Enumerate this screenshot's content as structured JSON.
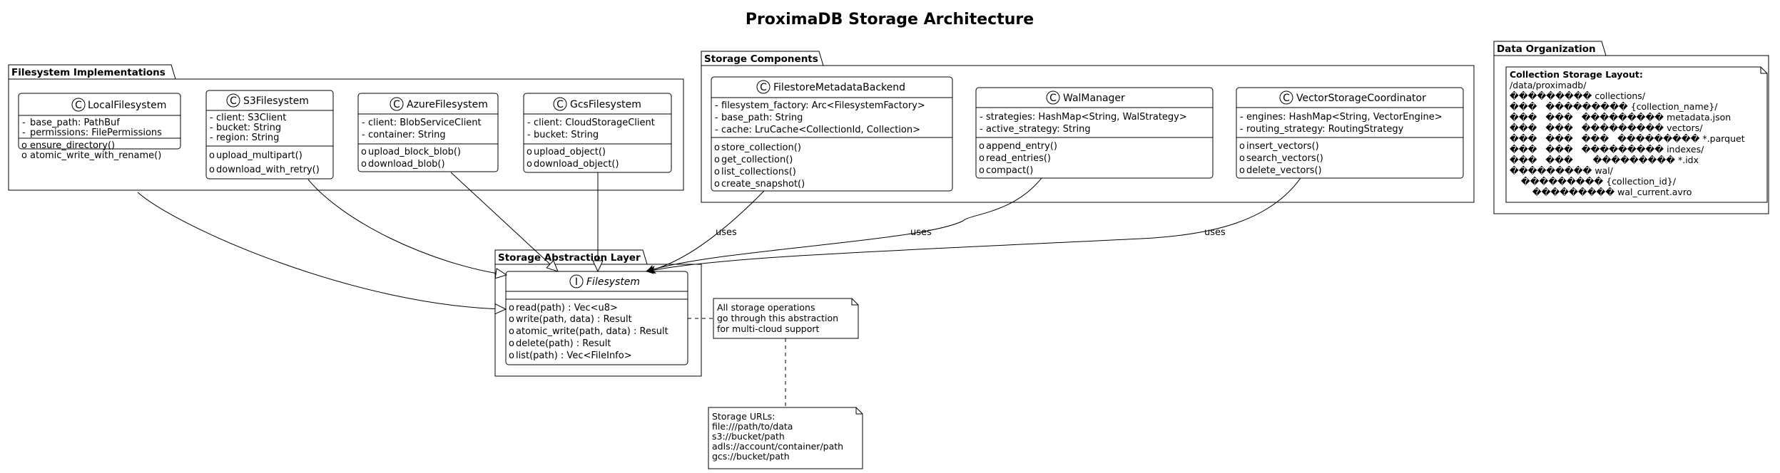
{
  "title": "ProximaDB Storage Architecture",
  "packages": {
    "filesystem_impl": "Filesystem Implementations",
    "storage_components": "Storage Components",
    "data_organization": "Data Organization",
    "abstraction_layer": "Storage Abstraction Layer"
  },
  "classes": {
    "local": {
      "stereotype": "C",
      "name": "LocalFilesystem",
      "fields": [
        "base_path: PathBuf",
        "permissions: FilePermissions"
      ],
      "methods": [
        "ensure_directory()",
        "atomic_write_with_rename()"
      ]
    },
    "s3": {
      "stereotype": "C",
      "name": "S3Filesystem",
      "fields": [
        "client: S3Client",
        "bucket: String",
        "region: String"
      ],
      "methods": [
        "upload_multipart()",
        "download_with_retry()"
      ]
    },
    "azure": {
      "stereotype": "C",
      "name": "AzureFilesystem",
      "fields": [
        "client: BlobServiceClient",
        "container: String"
      ],
      "methods": [
        "upload_block_blob()",
        "download_blob()"
      ]
    },
    "gcs": {
      "stereotype": "C",
      "name": "GcsFilesystem",
      "fields": [
        "client: CloudStorageClient",
        "bucket: String"
      ],
      "methods": [
        "upload_object()",
        "download_object()"
      ]
    },
    "metadata": {
      "stereotype": "C",
      "name": "FilestoreMetadataBackend",
      "fields": [
        "filesystem_factory: Arc<FilesystemFactory>",
        "base_path: String",
        "cache: LruCache<CollectionId, Collection>"
      ],
      "methods": [
        "store_collection()",
        "get_collection()",
        "list_collections()",
        "create_snapshot()"
      ]
    },
    "wal": {
      "stereotype": "C",
      "name": "WalManager",
      "fields": [
        "strategies: HashMap<String, WalStrategy>",
        "active_strategy: String"
      ],
      "methods": [
        "append_entry()",
        "read_entries()",
        "compact()"
      ]
    },
    "vector": {
      "stereotype": "C",
      "name": "VectorStorageCoordinator",
      "fields": [
        "engines: HashMap<String, VectorEngine>",
        "routing_strategy: RoutingStrategy"
      ],
      "methods": [
        "insert_vectors()",
        "search_vectors()",
        "delete_vectors()"
      ]
    },
    "filesystem": {
      "stereotype": "I",
      "name": "Filesystem",
      "fields": [],
      "methods": [
        "read(path) : Vec<u8>",
        "write(path, data) : Result",
        "atomic_write(path, data) : Result",
        "delete(path) : Result",
        "list(path) : Vec<FileInfo>"
      ]
    }
  },
  "edges": {
    "uses_label": "uses"
  },
  "notes": {
    "abstraction": [
      "All storage operations",
      "go through this abstraction",
      "for multi-cloud support"
    ],
    "urls": [
      "Storage URLs:",
      "file:///path/to/data",
      "s3://bucket/path",
      "adls://account/container/path",
      "gcs://bucket/path"
    ],
    "layout_title": "Collection Storage Layout:",
    "layout_lines": [
      "/data/proximadb/",
      "��������� collections/",
      "���   ��������� {collection_name}/",
      "���   ���   ��������� metadata.json",
      "���   ���   ��������� vectors/",
      "���   ���   ���   ��������� *.parquet",
      "���   ���   ��������� indexes/",
      "���   ���       ��������� *.idx",
      "��������� wal/",
      "    ��������� {collection_id}/",
      "        ��������� wal_current.avro"
    ]
  },
  "colors": {
    "stroke": "#000000",
    "background": "#ffffff",
    "class_badge": "#ffffff"
  }
}
